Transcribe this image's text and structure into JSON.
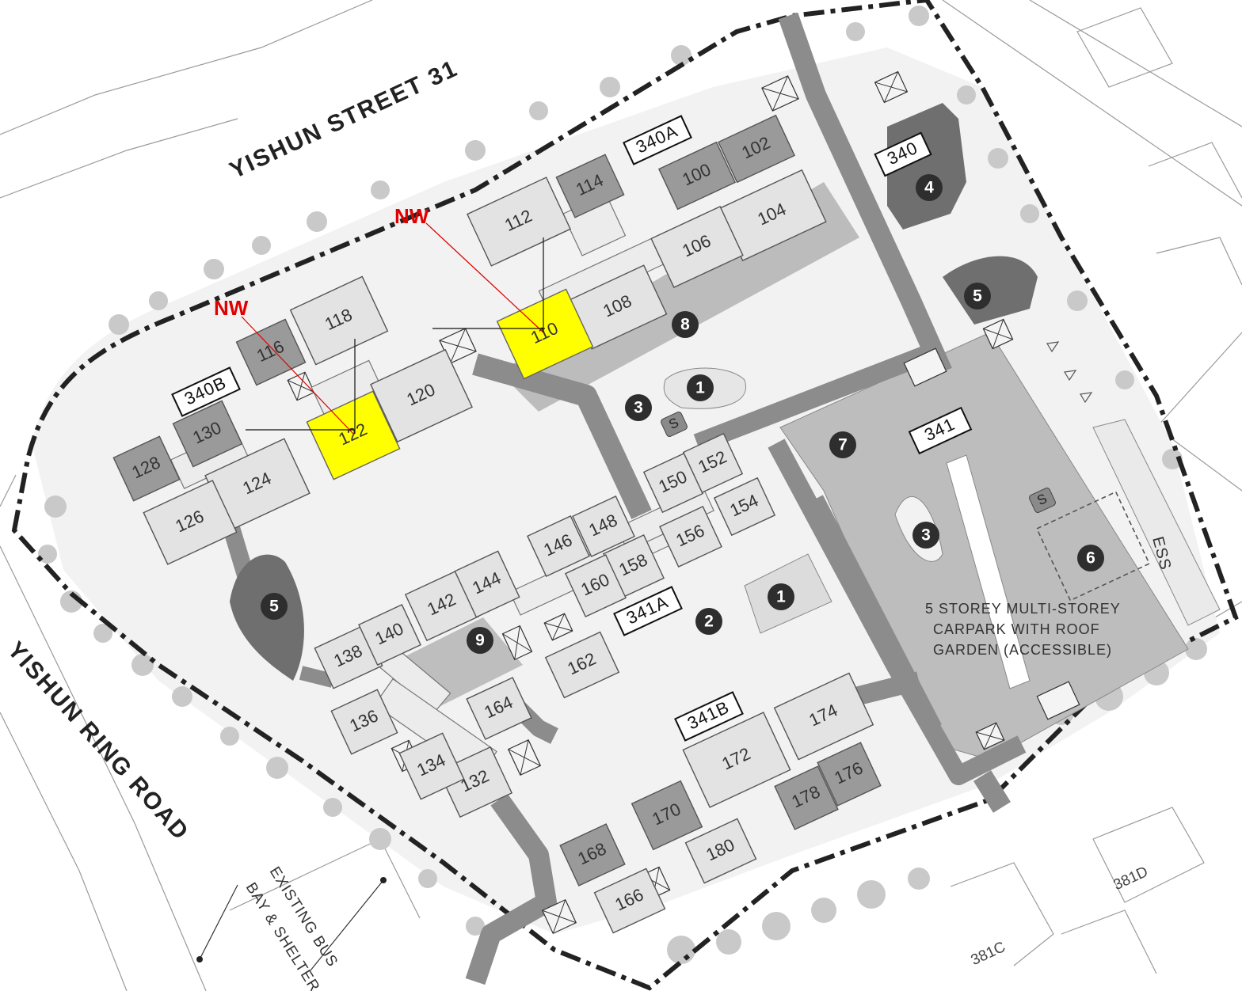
{
  "roads": {
    "north": "YISHUN STREET 31",
    "west": "YISHUN RING ROAD"
  },
  "annotations": {
    "nw_label_1": "NW",
    "nw_label_2": "NW",
    "bus_stop_line1": "EXISTING BUS",
    "bus_stop_line2": "BAY & SHELTER",
    "carpark_line1": "5 STOREY MULTI-STOREY",
    "carpark_line2": "CARPARK WITH ROOF",
    "carpark_line3": "GARDEN (ACCESSIBLE)",
    "ess": "ESS",
    "shelter_s1": "S",
    "shelter_s2": "S"
  },
  "blocks": {
    "b340": "340",
    "b340a": "340A",
    "b340b": "340B",
    "b341": "341",
    "b341a": "341A",
    "b341b": "341B"
  },
  "neighbours": {
    "n381c": "381C",
    "n381d": "381D"
  },
  "units": {
    "u100": "100",
    "u102": "102",
    "u104": "104",
    "u106": "106",
    "u108": "108",
    "u110": "110",
    "u112": "112",
    "u114": "114",
    "u116": "116",
    "u118": "118",
    "u120": "120",
    "u122": "122",
    "u124": "124",
    "u126": "126",
    "u128": "128",
    "u130": "130",
    "u132": "132",
    "u134": "134",
    "u136": "136",
    "u138": "138",
    "u140": "140",
    "u142": "142",
    "u144": "144",
    "u146": "146",
    "u148": "148",
    "u150": "150",
    "u152": "152",
    "u154": "154",
    "u156": "156",
    "u158": "158",
    "u160": "160",
    "u162": "162",
    "u164": "164",
    "u166": "166",
    "u168": "168",
    "u170": "170",
    "u172": "172",
    "u174": "174",
    "u176": "176",
    "u178": "178",
    "u180": "180"
  },
  "facilities": {
    "f1a": "1",
    "f1b": "1",
    "f2": "2",
    "f3a": "3",
    "f3b": "3",
    "f4": "4",
    "f5a": "5",
    "f5b": "5",
    "f6": "6",
    "f7": "7",
    "f8": "8",
    "f9": "9"
  },
  "colors": {
    "highlight": "#ffff00",
    "nw_marker": "#e00000",
    "access_path": "#8c8c8c",
    "boundary": "#222222"
  }
}
